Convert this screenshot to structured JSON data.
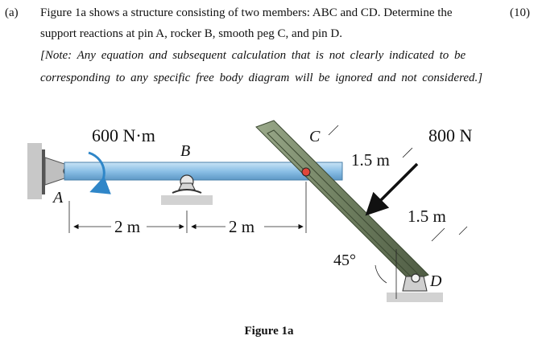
{
  "question": {
    "label": "(a)",
    "marks": "(10)",
    "line1": "Figure 1a shows a structure consisting of two members: ABC and CD. Determine the",
    "line2": "support reactions at pin A, rocker B, smooth peg C, and pin D.",
    "note_line1": "[Note: Any equation and subsequent calculation that is not clearly indicated to be",
    "note_line2": "corresponding to any specific free body diagram will be ignored and not considered.]"
  },
  "figure": {
    "moment_label": "600 N·m",
    "force_label": "800 N",
    "point_a": "A",
    "point_b": "B",
    "point_c": "C",
    "point_d": "D",
    "dim_ab": "2 m",
    "dim_bc": "2 m",
    "dim_cforce": "1.5 m",
    "dim_forced": "1.5 m",
    "angle": "45°",
    "caption": "Figure 1a",
    "colors": {
      "beam": "#8cc0e6",
      "member_cd": "#7a8c6a",
      "peg": "#e0463a",
      "moment_arrow": "#2f86c8",
      "ground": "#bdbdbd"
    }
  }
}
